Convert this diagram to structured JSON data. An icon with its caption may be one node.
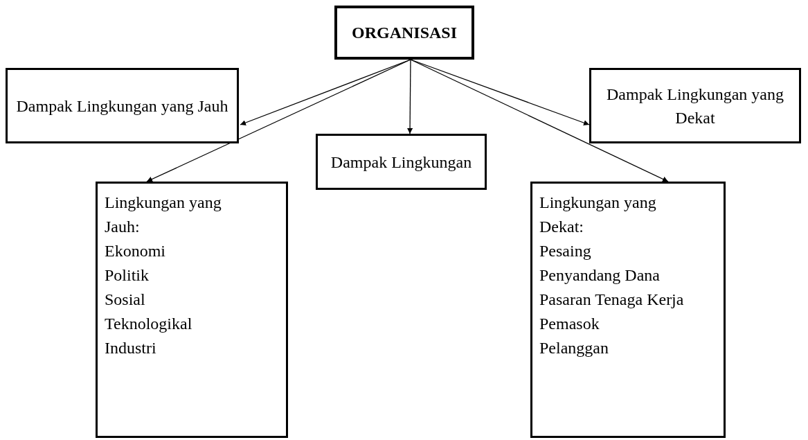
{
  "diagram": {
    "nodes": [
      {
        "text": [
          "ORGANISASI"
        ]
      },
      {
        "text": [
          "Dampak Lingkungan yang Jauh"
        ]
      },
      {
        "text": [
          "Dampak Lingkungan"
        ]
      },
      {
        "text": [
          "Dampak Lingkungan yang Dekat"
        ]
      },
      {
        "text": [
          "Lingkungan yang Jauh:",
          "Ekonomi",
          "Politik",
          "Sosial",
          "Teknologikal",
          "Industri"
        ]
      },
      {
        "text": [
          "Lingkungan yang Dekat:",
          "Pesaing",
          "Penyandang Dana",
          "Pasaran Tenaga Kerja",
          "Pemasok",
          "Pelanggan"
        ]
      }
    ],
    "edges": [
      {
        "from": 0,
        "to": 1,
        "arrow": "to"
      },
      {
        "from": 0,
        "to": 2,
        "arrow": "to"
      },
      {
        "from": 0,
        "to": 3,
        "arrow": "to"
      },
      {
        "from": 0,
        "to": 4,
        "arrow": "to"
      },
      {
        "from": 0,
        "to": 5,
        "arrow": "to"
      }
    ]
  }
}
